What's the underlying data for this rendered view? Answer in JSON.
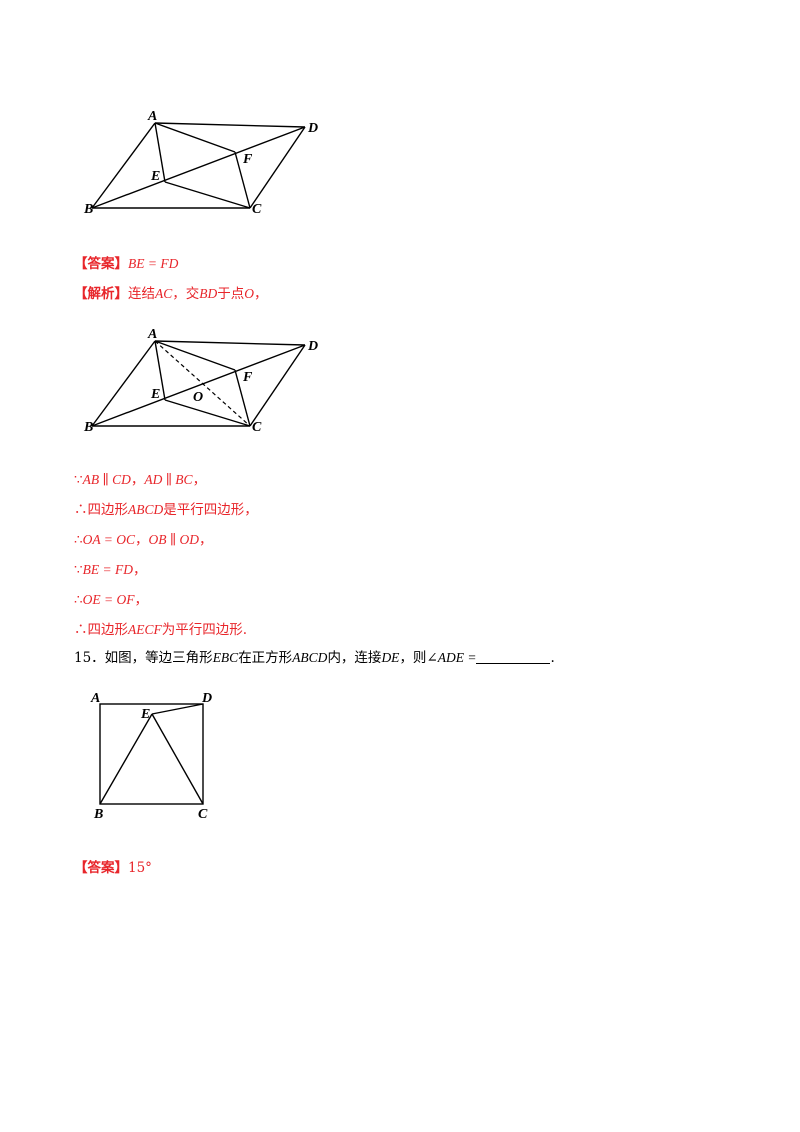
{
  "fig1": {
    "labels": {
      "A": "A",
      "B": "B",
      "C": "C",
      "D": "D",
      "E": "E",
      "F": "F"
    }
  },
  "answer1": {
    "bracket": "【答案】",
    "text": "BE = FD"
  },
  "analysis": {
    "bracket": "【解析】",
    "t1": "连结",
    "m1": "AC",
    "t2": "，交",
    "m2": "BD",
    "t3": "于点",
    "m3": "O",
    "t4": "，"
  },
  "fig2": {
    "labels": {
      "A": "A",
      "B": "B",
      "C": "C",
      "D": "D",
      "E": "E",
      "F": "F",
      "O": "O"
    }
  },
  "steps": [
    {
      "sym": "∵",
      "m1": "AB ∥ CD",
      "t1": "，",
      "m2": "AD ∥ BC",
      "t2": "，"
    },
    {
      "sym": "∴",
      "t0": "四边形",
      "m1": "ABCD",
      "t1": "是平行四边形，"
    },
    {
      "sym": "∴",
      "m1": "OA = OC",
      "t1": "，",
      "m2": "OB ∥ OD",
      "t2": "，"
    },
    {
      "sym": "∵",
      "m1": "BE = FD",
      "t1": "，"
    },
    {
      "sym": "∴",
      "m1": "OE = OF",
      "t1": "，"
    },
    {
      "sym": "∴",
      "t0": "四边形",
      "m1": "AECF",
      "t1": "为平行四边形."
    }
  ],
  "q15": {
    "num": "15．如图，等边三角形",
    "m1": "EBC",
    "t1": "在正方形",
    "m2": "ABCD",
    "t2": "内，连接",
    "m3": "DE",
    "t3": "，则",
    "m4": "∠ADE =",
    "t4": "."
  },
  "fig3": {
    "labels": {
      "A": "A",
      "B": "B",
      "C": "C",
      "D": "D",
      "E": "E"
    }
  },
  "answer2": {
    "bracket": "【答案】",
    "text": "15°"
  }
}
